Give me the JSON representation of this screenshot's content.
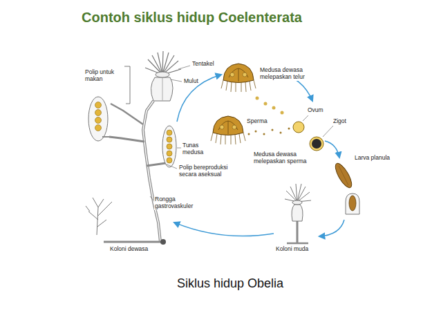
{
  "diagram": {
    "title": "Contoh siklus hidup Coelenterata",
    "caption": "Siklus hidup Obelia",
    "labels": [
      "Tentakel",
      "Polip untuk makan",
      "Mulut",
      "Medusa dewasa melepaskan telur",
      "Ovum",
      "Zigot",
      "Sperma",
      "Tunas medusa",
      "Medusa dewasa melepaskan sperma",
      "Larva planula",
      "Polip bereproduksi secara aseksual",
      "Rongga gastrovaskuler",
      "Koloni dewasa",
      "Koloni muda"
    ]
  }
}
